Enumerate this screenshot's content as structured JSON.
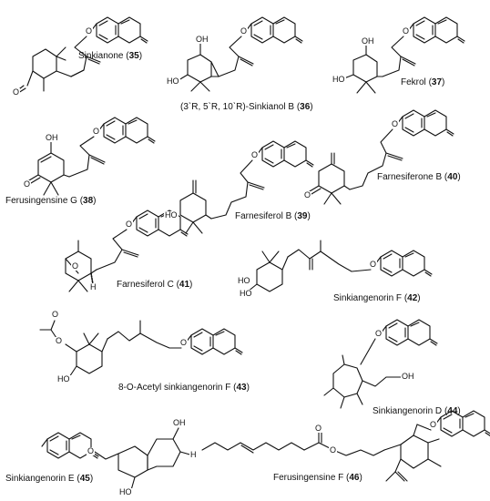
{
  "compounds": [
    {
      "name": "Sinkianone",
      "num": "35"
    },
    {
      "name": "(3ˋR, 5ˋR, 10ˋR)-Sinkianol B",
      "num": "36"
    },
    {
      "name": "Fekrol",
      "num": "37"
    },
    {
      "name": "Ferusingensine G",
      "num": "38"
    },
    {
      "name": "Farnesiferol B",
      "num": "39"
    },
    {
      "name": "Farnesiferone B",
      "num": "40"
    },
    {
      "name": "Farnesiferol C",
      "num": "41"
    },
    {
      "name": "Sinkiangenorin F",
      "num": "42"
    },
    {
      "name": "8-O-Acetyl sinkiangenorin F",
      "num": "43"
    },
    {
      "name": "Sinkiangenorin D",
      "num": "44"
    },
    {
      "name": "Sinkiangenorin E",
      "num": "45"
    },
    {
      "name": "Ferusingensine F",
      "num": "46"
    }
  ],
  "atoms": {
    "o": "O",
    "oh": "OH",
    "ho": "HO",
    "h": "H"
  }
}
